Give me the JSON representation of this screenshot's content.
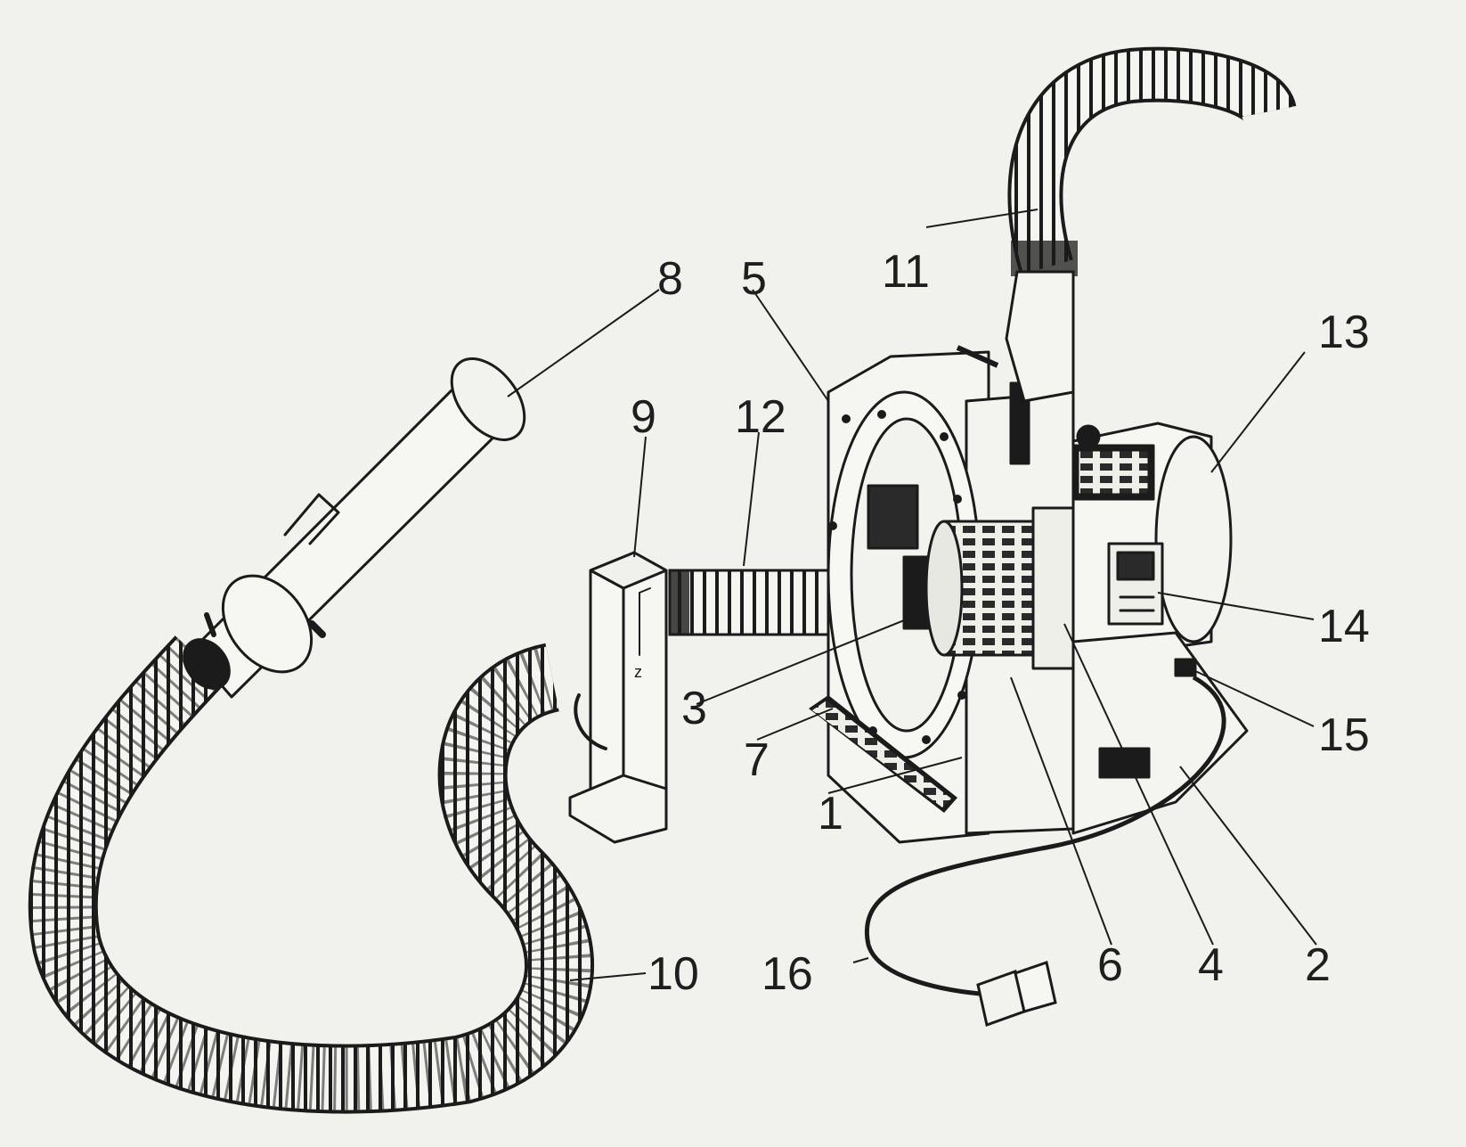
{
  "labels": {
    "l1": "1",
    "l2": "2",
    "l3": "3",
    "l4": "4",
    "l5": "5",
    "l6": "6",
    "l7": "7",
    "l8": "8",
    "l9": "9",
    "l10": "10",
    "l11": "11",
    "l12": "12",
    "l13": "13",
    "l14": "14",
    "l15": "15",
    "l16": "16"
  },
  "colors": {
    "paper": "#f1f1ee",
    "ink": "#1b1b1b"
  }
}
